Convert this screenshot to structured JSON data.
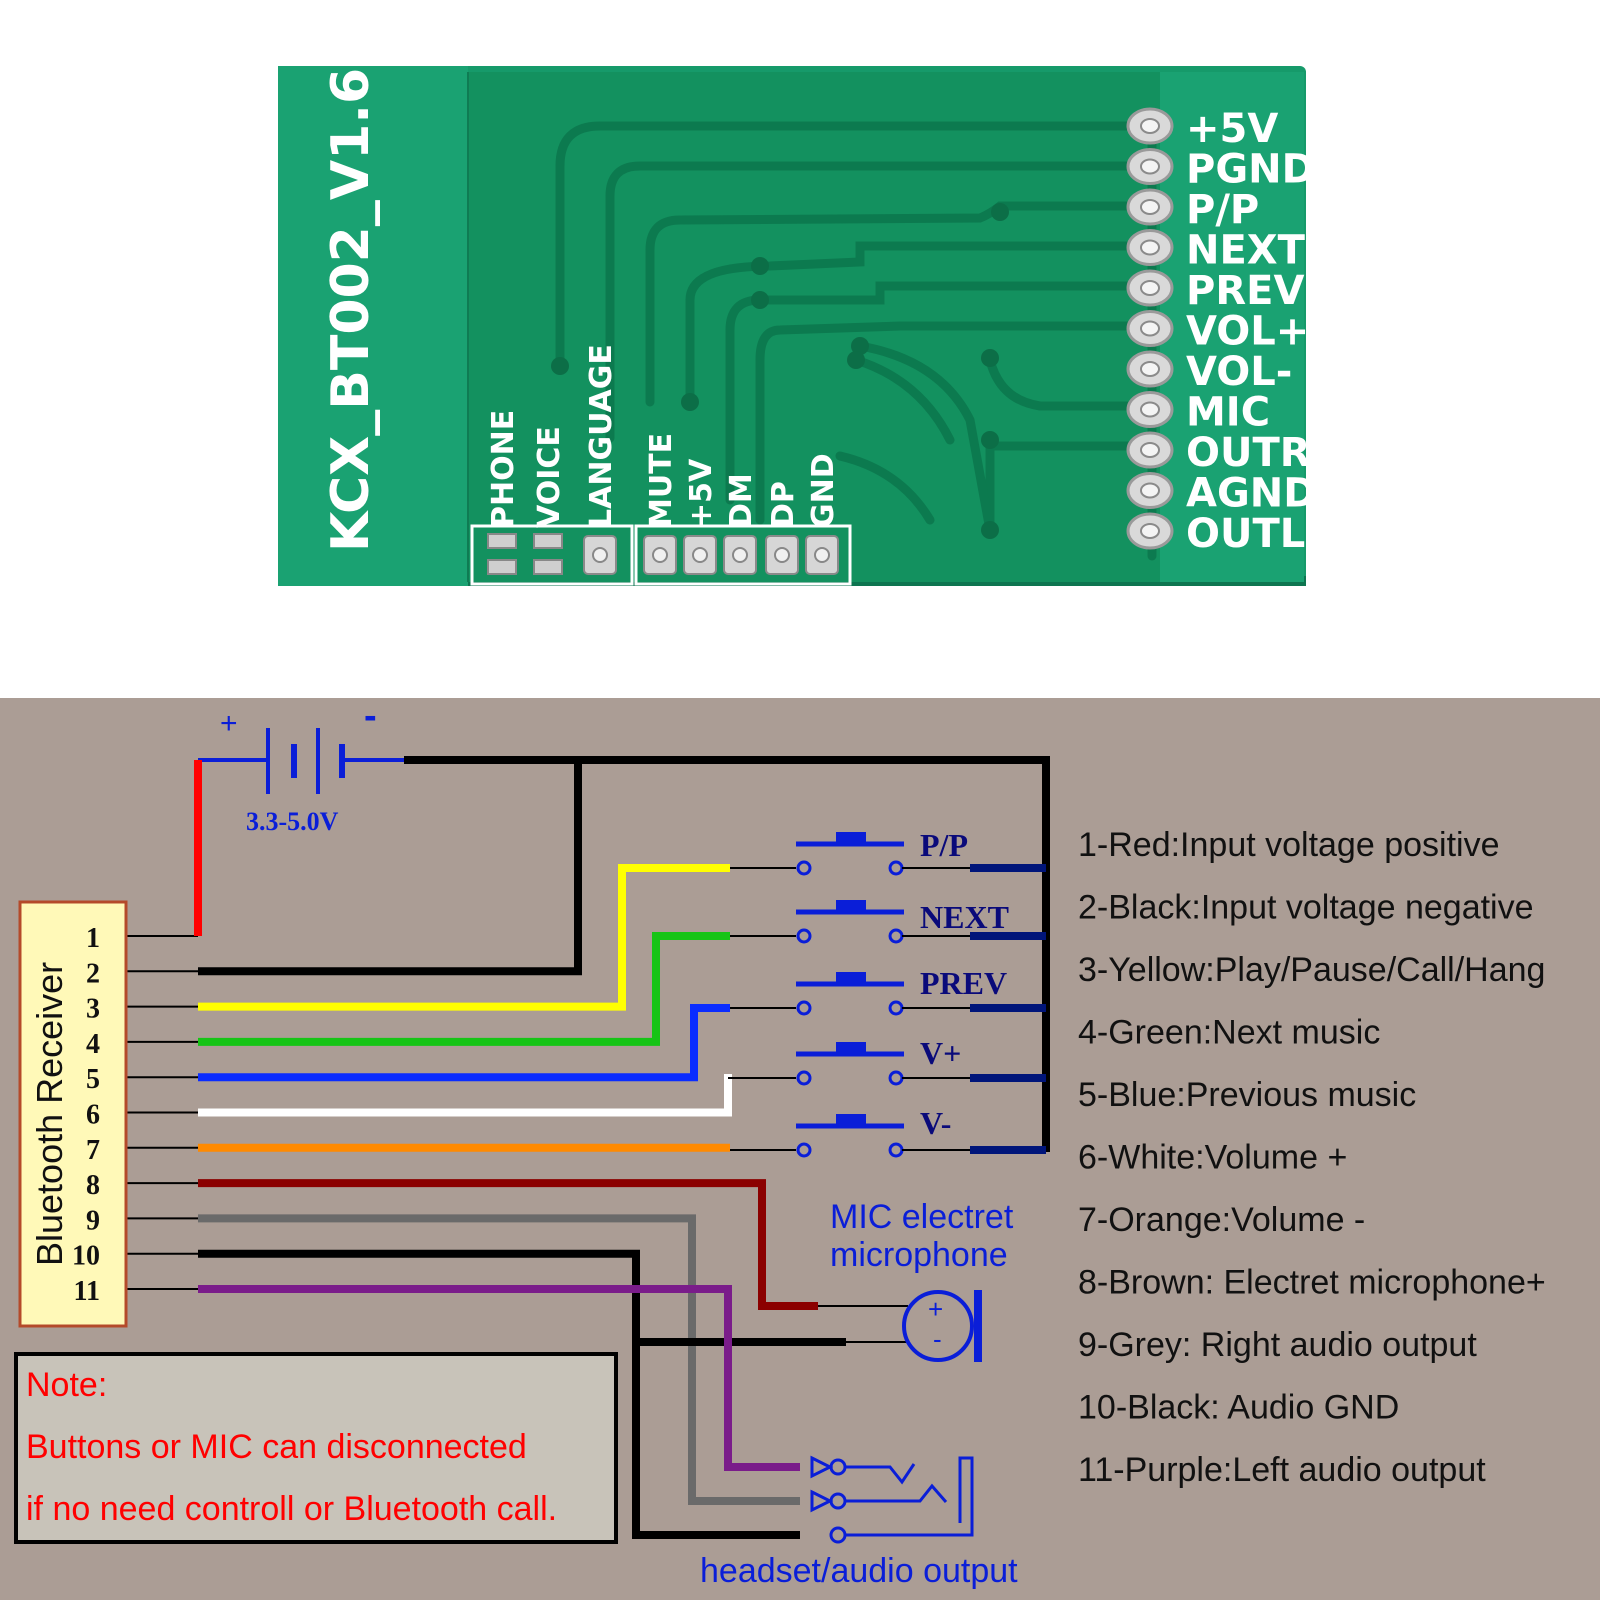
{
  "board": {
    "model": "KCX_BT002_V1.6",
    "pins": [
      "+5V",
      "PGND",
      "P/P",
      "NEXT",
      "PREV",
      "VOL+",
      "VOL-",
      "MIC",
      "OUTR",
      "AGND",
      "OUTL"
    ],
    "bottom_pads": [
      "PHONE",
      "VOICE",
      "LANGUAGE",
      "MUTE",
      "+5V",
      "DM",
      "DP",
      "GND"
    ]
  },
  "schematic": {
    "battery": {
      "plus": "+",
      "minus": "-",
      "voltage": "3.3-5.0V"
    },
    "receiver_label": "Bluetooth Receiver",
    "pin_numbers": [
      "1",
      "2",
      "3",
      "4",
      "5",
      "6",
      "7",
      "8",
      "9",
      "10",
      "11"
    ],
    "buttons": [
      "P/P",
      "NEXT",
      "PREV",
      "V+",
      "V-"
    ],
    "mic": {
      "line1": "MIC electret",
      "line2": "microphone",
      "plus": "+",
      "minus": "-"
    },
    "headset_label": "headset/audio output",
    "note": {
      "title": "Note:",
      "line1": "Buttons or MIC can disconnected",
      "line2": "if no need controll or Bluetooth call."
    },
    "legend": [
      "1-Red:Input voltage positive",
      "2-Black:Input voltage negative",
      "3-Yellow:Play/Pause/Call/Hang",
      "4-Green:Next music",
      "5-Blue:Previous music",
      "6-White:Volume +",
      "7-Orange:Volume -",
      "8-Brown: Electret microphone+",
      "9-Grey: Right audio output",
      "10-Black: Audio GND",
      "11-Purple:Left audio output"
    ]
  },
  "colors": {
    "pcb": "#169a6a",
    "panel": "#ab9d95",
    "wire_red": "#ff0000",
    "wire_yellow": "#ffff00",
    "wire_green": "#16c416",
    "wire_blue": "#0a2cff",
    "wire_white": "#ffffff",
    "wire_orange": "#ff8a00",
    "wire_brown": "#8b0000",
    "wire_grey": "#6a6a6a",
    "wire_purple": "#7a1c8a",
    "schematic_blue": "#0a1ed8",
    "note_red": "#ff0000"
  }
}
